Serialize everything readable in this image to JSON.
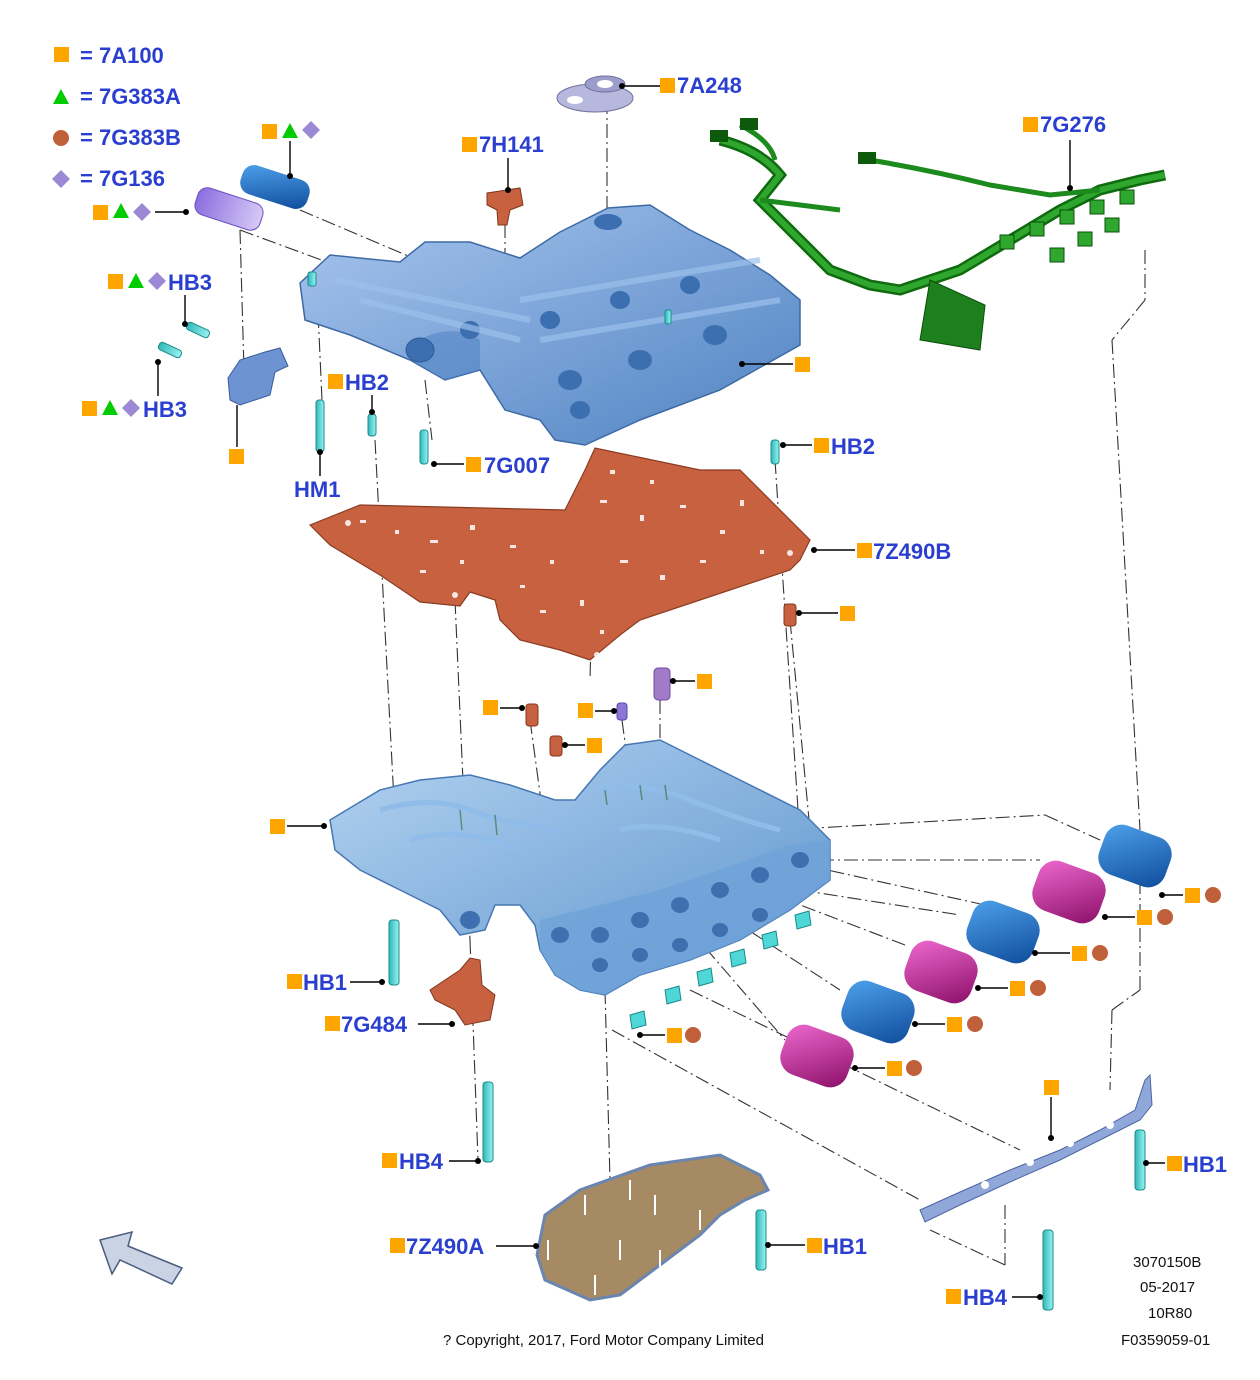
{
  "colors": {
    "label_blue": "#2a3fd0",
    "square_orange": "#ffa500",
    "triangle_green": "#00cc00",
    "circle_brown": "#c0603a",
    "diamond_purple": "#9b89d6",
    "valve_body_blue": "#6e9fd6",
    "separator_plate": "#c8613f",
    "harness_green": "#228b22",
    "solenoid_blue": "#1f6fc4",
    "solenoid_magenta": "#c0178f",
    "bolt_cyan": "#4fd6d6",
    "gasket_tan": "#a58a63"
  },
  "legend": [
    {
      "symbol": "square",
      "text": "= 7A100"
    },
    {
      "symbol": "triangle",
      "text": "= 7G383A"
    },
    {
      "symbol": "circle",
      "text": "= 7G383B"
    },
    {
      "symbol": "diamond",
      "text": "= 7G136"
    }
  ],
  "callouts": {
    "7A248": "7A248",
    "7H141": "7H141",
    "7G276": "7G276",
    "HB3_top": "HB3",
    "HB3_bottom": "HB3",
    "HB2_left": "HB2",
    "HM1": "HM1",
    "7G007": "7G007",
    "HB2_right": "HB2",
    "7Z490B": "7Z490B",
    "HB1_left": "HB1",
    "7G484": "7G484",
    "HB4_left": "HB4",
    "7Z490A": "7Z490A",
    "HB1_mid": "HB1",
    "HB1_right": "HB1",
    "HB4_right": "HB4"
  },
  "footer": {
    "ref_code": "3070150B",
    "date": "05-2017",
    "model": "10R80",
    "figure_id": "F0359059-01",
    "copyright": "? Copyright, 2017, Ford Motor Company Limited"
  },
  "icons": {
    "orientation_arrow": "front-direction-arrow-icon"
  }
}
